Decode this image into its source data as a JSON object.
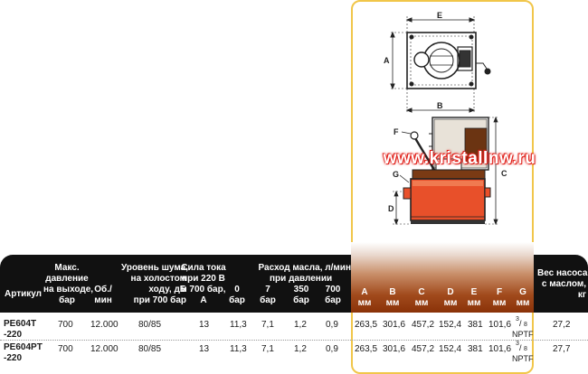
{
  "watermark": "www.kristallnw.ru",
  "drawing": {
    "labels": [
      "E",
      "A",
      "B",
      "F",
      "C",
      "G",
      "D"
    ]
  },
  "header": {
    "article": "Артикул",
    "max_pressure": [
      "Макс.",
      "давление",
      "на выходе,",
      "бар"
    ],
    "rpm": [
      "Об./",
      "мин"
    ],
    "noise": [
      "Уровень шума,",
      "на холостом",
      "ходу, дБ",
      "при 700 бар"
    ],
    "current": [
      "Сила тока",
      "при 220 В",
      "и 700 бар,",
      "А"
    ],
    "flow_title": "Расход масла, л/мин",
    "flow_sub": "при давлении",
    "flow_cols": [
      [
        "0",
        "бар"
      ],
      [
        "7",
        "бар"
      ],
      [
        "350",
        "бар"
      ],
      [
        "700",
        "бар"
      ]
    ],
    "dims": [
      [
        "A",
        "мм"
      ],
      [
        "B",
        "мм"
      ],
      [
        "C",
        "мм"
      ],
      [
        "D",
        "мм"
      ],
      [
        "E",
        "мм"
      ],
      [
        "F",
        "мм"
      ],
      [
        "G",
        "мм"
      ]
    ],
    "weight": [
      "Вес насоса",
      "с маслом,",
      "кг"
    ]
  },
  "rows": [
    {
      "article": [
        "PE604T",
        "-220"
      ],
      "pressure": "700",
      "rpm": "12.000",
      "noise": "80/85",
      "current": "13",
      "flow": [
        "11,3",
        "7,1",
        "1,2",
        "0,9"
      ],
      "dims": [
        "263,5",
        "301,6",
        "457,2",
        "152,4",
        "381",
        "101,6"
      ],
      "g_num": "3",
      "g_den": "8",
      "g_unit": "NPTF",
      "weight": "27,2"
    },
    {
      "article": [
        "PE604PT",
        "-220"
      ],
      "pressure": "700",
      "rpm": "12.000",
      "noise": "80/85",
      "current": "13",
      "flow": [
        "11,3",
        "7,1",
        "1,2",
        "0,9"
      ],
      "dims": [
        "263,5",
        "301,6",
        "457,2",
        "152,4",
        "381",
        "101,6"
      ],
      "g_num": "3",
      "g_den": "8",
      "g_unit": "NPTF",
      "weight": "27,7"
    }
  ]
}
